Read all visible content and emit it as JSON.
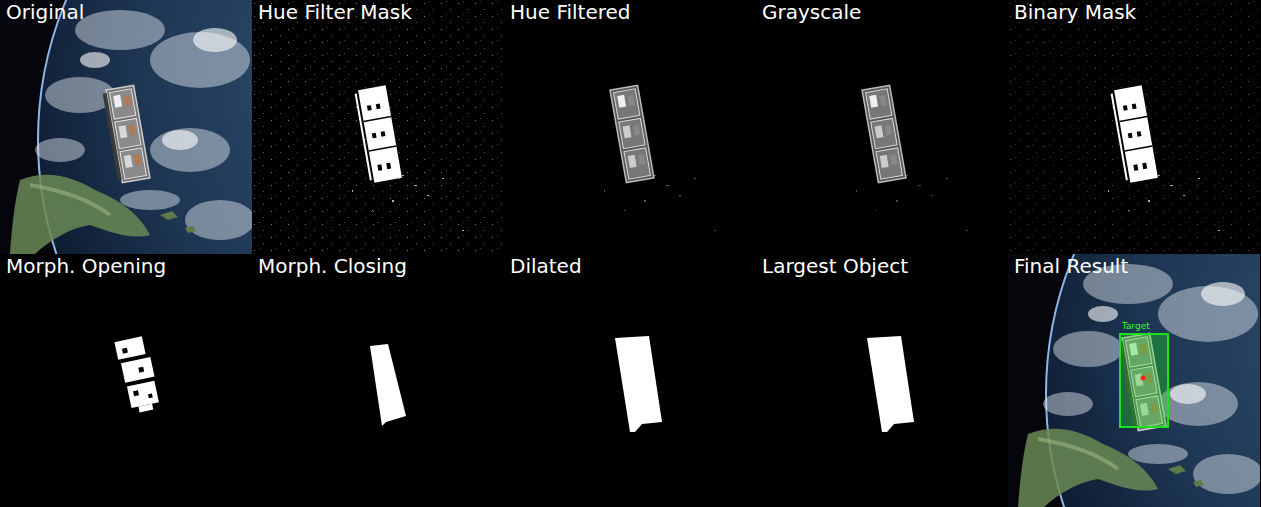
{
  "diagram": {
    "nodes": [
      {
        "text": [
          "Original"
        ]
      },
      {
        "text": [
          "Hue Filter Mask"
        ]
      },
      {
        "text": [
          "Hue Filtered"
        ]
      },
      {
        "text": [
          "Grayscale"
        ]
      },
      {
        "text": [
          "Binary Mask"
        ]
      },
      {
        "text": [
          "Morph. Opening"
        ]
      },
      {
        "text": [
          "Morph. Closing"
        ]
      },
      {
        "text": [
          "Dilated"
        ]
      },
      {
        "text": [
          "Largest Object"
        ]
      },
      {
        "text": [
          "Final Result"
        ]
      },
      {
        "text": [
          "Target"
        ],
        "in": 9
      }
    ]
  }
}
